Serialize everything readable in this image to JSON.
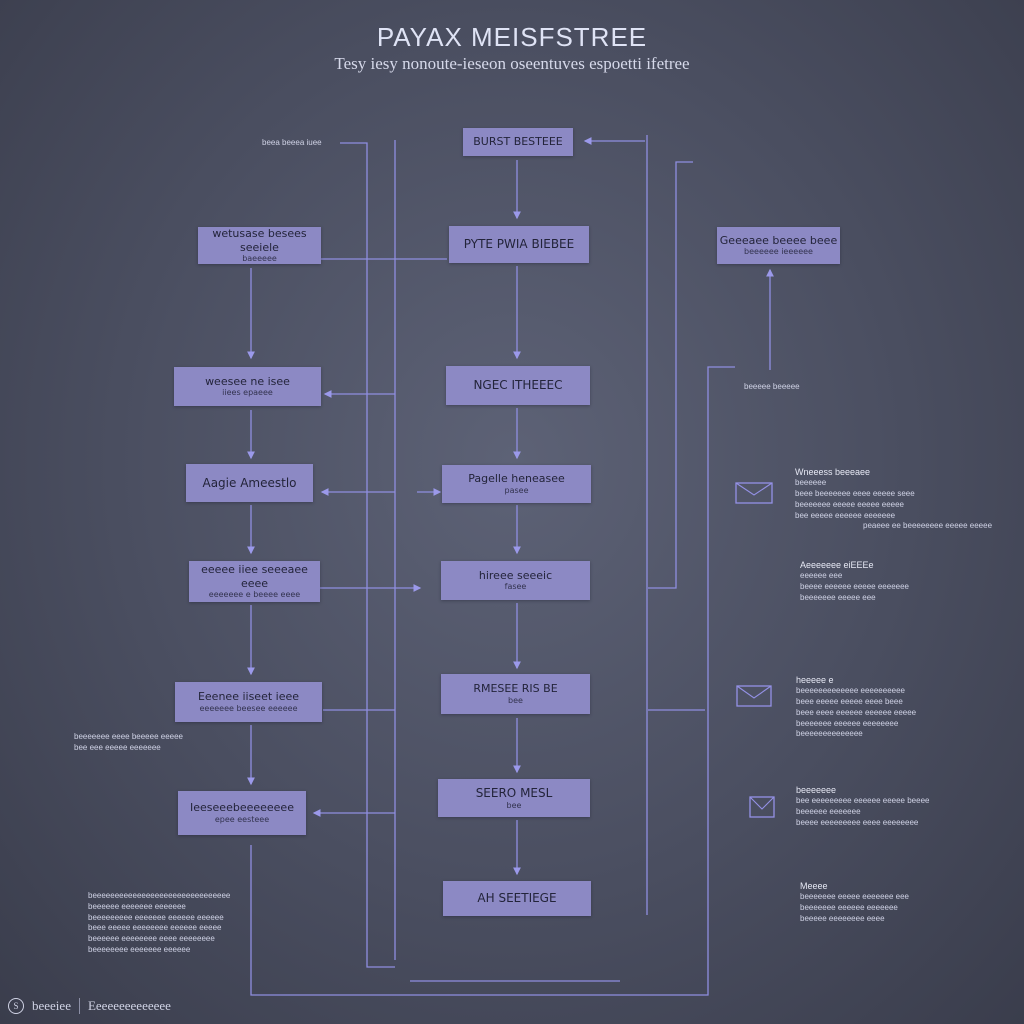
{
  "header": {
    "title": "PAYAX MEISFSTREE",
    "subtitle": "Tesy iesy nonoute-ieseon oseentuves espoetti ifetree"
  },
  "center_column": [
    {
      "label": "BURST BESTEEE",
      "sub": ""
    },
    {
      "label": "PYTE PWIA BIEBEE",
      "sub": ""
    },
    {
      "label": "NGEC ITHEEEC",
      "sub": ""
    },
    {
      "label": "Pagelle heneasee",
      "sub": "pasee"
    },
    {
      "label": "hireee seeeic",
      "sub": "fasee"
    },
    {
      "label": "RMESEE RIS BE",
      "sub": "bee"
    },
    {
      "label": "SEERO MESL",
      "sub": "bee"
    },
    {
      "label": "AH SEETIEGE",
      "sub": ""
    }
  ],
  "left_column": [
    {
      "label": "wetusase besees seeiele",
      "sub": "baeeeee"
    },
    {
      "label": "weesee ne isee",
      "sub": "iiees epaeee"
    },
    {
      "label": "Aagie Ameestlo",
      "sub": ""
    },
    {
      "label": "eeeee iiee seeeaee eeee",
      "sub": "eeeeeee e beeee eeee"
    },
    {
      "label": "Eeenee iiseet ieee",
      "sub": "eeeeeee beesee eeeeee"
    },
    {
      "label": "Ieeseeebeeeeeeee",
      "sub": "epee eesteee"
    }
  ],
  "right_box": {
    "label": "Geeeaee beeee beee",
    "sub": "beeeeee ieeeeee"
  },
  "labels": {
    "top_left_label": "beea beeea iuee",
    "right_mid_label": "beeeee beeeee"
  },
  "right_notes": [
    {
      "icon": "envelope-icon",
      "head": "Wneeess beeeaee",
      "lines": [
        "beeeeee",
        "beee beeeeeee eeee eeeee seee",
        "beeeeeee eeeee eeeee eeeee",
        "bee eeeee eeeeee eeeeeee",
        "peaeee ee beeeeeeee eeeee eeeee"
      ]
    },
    {
      "icon": "",
      "head": "Aeeeeeee eiEEEe",
      "lines": [
        "eeeeee eee",
        "beeee eeeeee eeeee eeeeeee",
        "beeeeeee eeeee eee"
      ]
    },
    {
      "icon": "envelope-icon",
      "head": "heeeee e",
      "lines": [
        "beeeeeeeeeeeee eeeeeeeeee",
        "beee eeeee eeeee eeee beee",
        "beee eeee eeeeee eeeeee eeeee",
        "beeeeeee eeeeee eeeeeeee",
        "beeeeeeeeeeeeee"
      ]
    },
    {
      "icon": "envelope-icon",
      "head": "beeeeeee",
      "lines": [
        "bee eeeeeeeee eeeeee eeeee beeee",
        "beeeeee eeeeeee",
        "beeee eeeeeeeee eeee eeeeeeee"
      ]
    },
    {
      "icon": "",
      "head": "Meeee",
      "lines": [
        "beeeeeee eeeee eeeeeee eee",
        "beeeeeee eeeeee eeeeeee",
        "beeeee eeeeeeee eeee"
      ]
    }
  ],
  "left_notes": [
    {
      "lines": [
        "beeeeeee eeee beeeee eeeee",
        "bee eee eeeee eeeeeee"
      ]
    },
    {
      "lines": [
        "beeeeeeeeeeeeeeeeeeeeeeeeeeeeeee",
        "beeeeee eeeeeee eeeeeee",
        "beeeeeeeee eeeeeee eeeeee eeeeee",
        "beee eeeee eeeeeeee eeeeee eeeee",
        "beeeeee eeeeeeee eeee eeeeeeee",
        "beeeeeeee eeeeeee eeeeee"
      ]
    }
  ],
  "footer": {
    "logo_icon": "swirl-logo-icon",
    "left": "beeeiee",
    "right": "Eeeeeeeeeeeeee"
  },
  "colors": {
    "box_fill": "#8c89c4",
    "wire": "#8f8ee0",
    "background": "#4a4e60"
  }
}
